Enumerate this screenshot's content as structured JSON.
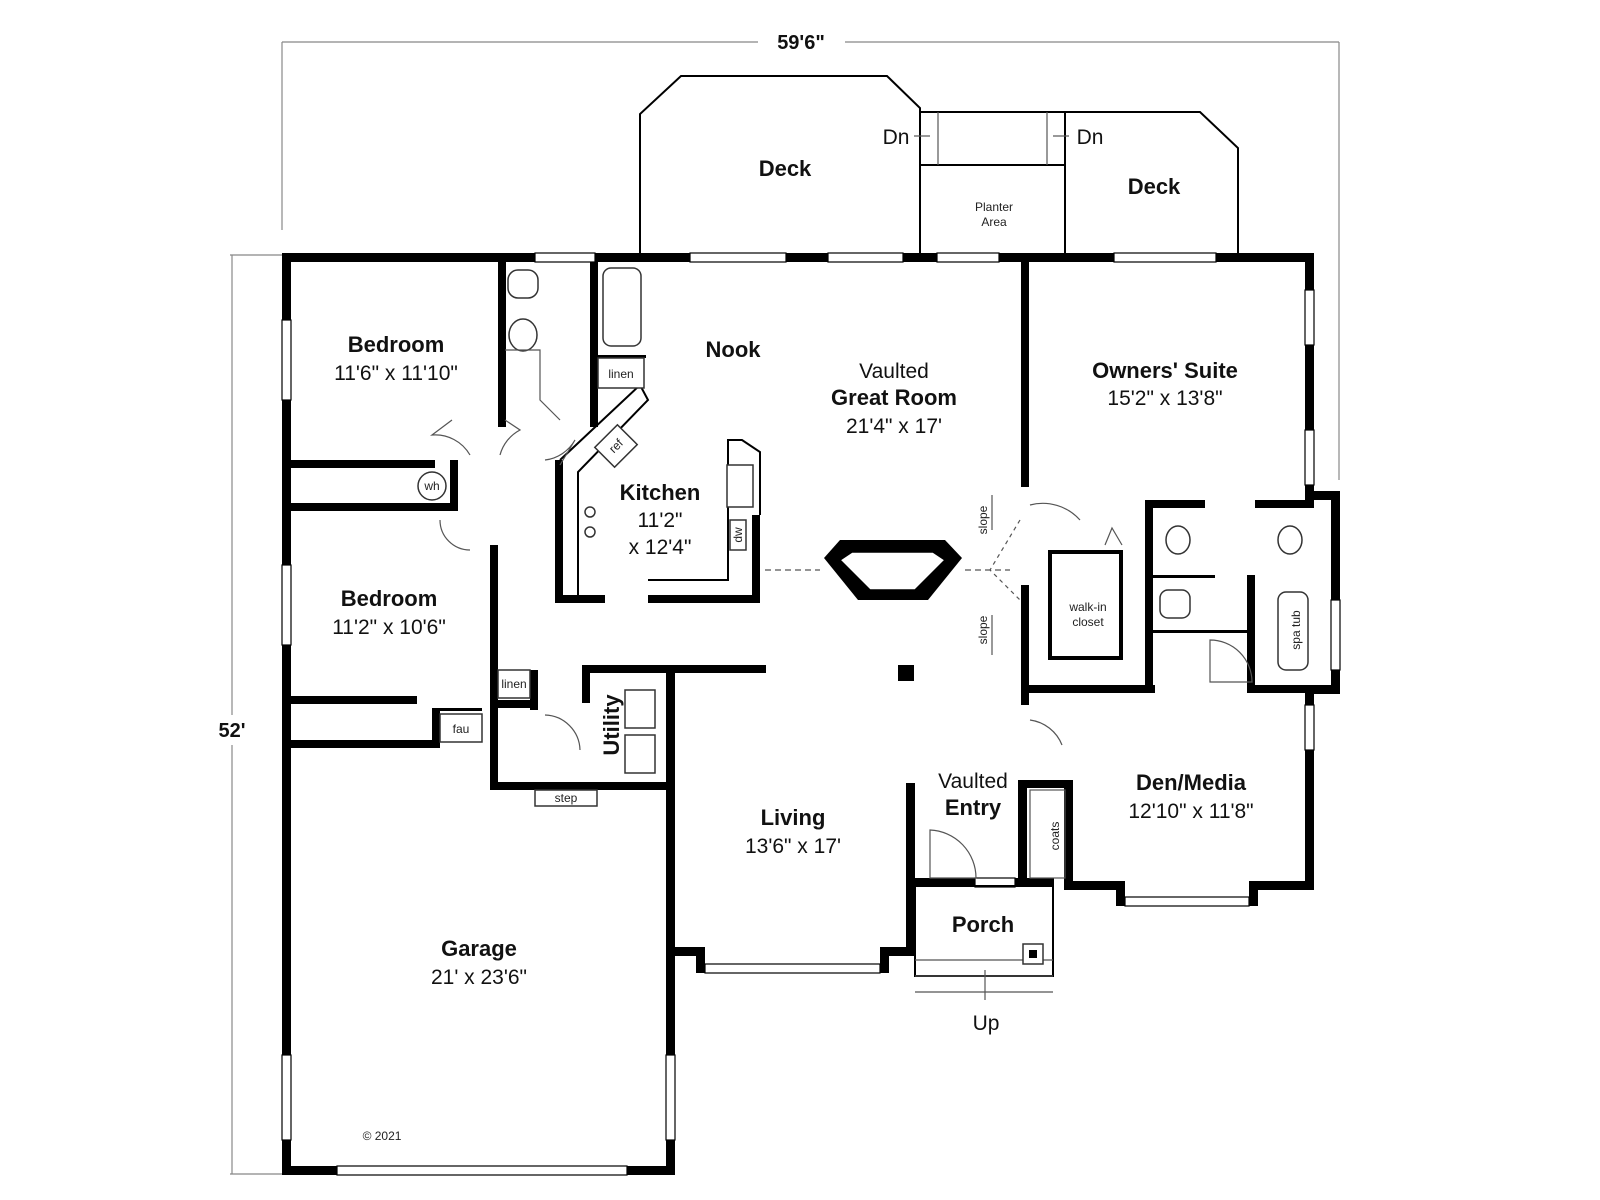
{
  "dimensions": {
    "width": "59'6\"",
    "depth": "52'"
  },
  "rooms": {
    "deck_left": {
      "name": "Deck"
    },
    "deck_right": {
      "name": "Deck"
    },
    "planter": {
      "line1": "Planter",
      "line2": "Area"
    },
    "bedroom1": {
      "name": "Bedroom",
      "size": "11'6\" x 11'10\""
    },
    "bedroom2": {
      "name": "Bedroom",
      "size": "11'2\" x 10'6\""
    },
    "nook": {
      "name": "Nook"
    },
    "great_room": {
      "prefix": "Vaulted",
      "name": "Great Room",
      "size": "21'4\" x 17'"
    },
    "kitchen": {
      "name": "Kitchen",
      "size1": "11'2\"",
      "size2": "x 12'4\""
    },
    "owners_suite": {
      "name": "Owners' Suite",
      "size": "15'2\" x 13'8\""
    },
    "walkin": {
      "line1": "walk-in",
      "line2": "closet"
    },
    "utility": {
      "name": "Utility"
    },
    "living": {
      "name": "Living",
      "size": "13'6\" x 17'"
    },
    "entry": {
      "prefix": "Vaulted",
      "name": "Entry"
    },
    "den": {
      "name": "Den/Media",
      "size": "12'10\" x 11'8\""
    },
    "porch": {
      "name": "Porch"
    },
    "garage": {
      "name": "Garage",
      "size": "21' x 23'6\""
    }
  },
  "labels": {
    "dn_left": "Dn",
    "dn_right": "Dn",
    "up": "Up",
    "slope_top": "slope",
    "slope_bottom": "slope",
    "linen_top": "linen",
    "linen_mid": "linen",
    "ref": "ref",
    "dw": "dw",
    "wh": "wh",
    "fau": "fau",
    "step": "step",
    "coats": "coats",
    "spa_tub": "spa tub",
    "copyright": "© 2021"
  }
}
